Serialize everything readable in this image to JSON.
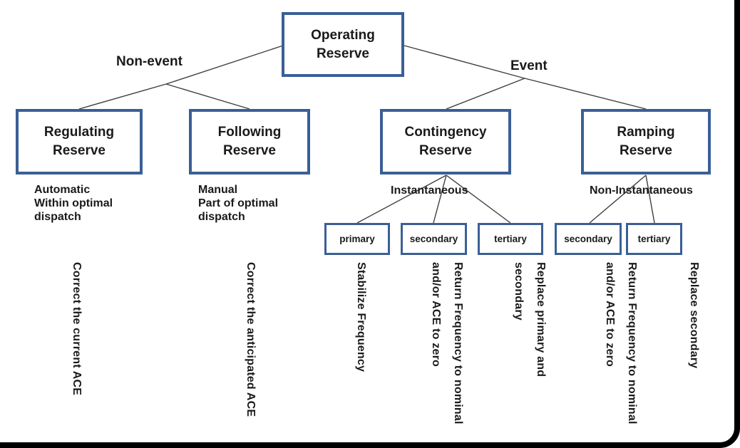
{
  "diagram": {
    "title_hint": "Operating Reserve classification tree",
    "root": {
      "label": "Operating\nReserve"
    },
    "branch_labels": {
      "left": "Non-event",
      "right": "Event"
    },
    "level2": [
      {
        "label": "Regulating\nReserve",
        "note": "Automatic\nWithin optimal\ndispatch"
      },
      {
        "label": "Following\nReserve",
        "note": "Manual\nPart of optimal\ndispatch"
      },
      {
        "label": "Contingency\nReserve",
        "note": "Instantaneous"
      },
      {
        "label": "Ramping\nReserve",
        "note": "Non-Instantaneous"
      }
    ],
    "level3": [
      {
        "label": "primary"
      },
      {
        "label": "secondary"
      },
      {
        "label": "tertiary"
      },
      {
        "label": "secondary"
      },
      {
        "label": "tertiary"
      }
    ],
    "rotated_notes": [
      "Correct the current ACE",
      "Correct the anticipated ACE",
      "Stabilize Frequency",
      "Return Frequency to nominal\nand/or ACE to zero",
      "Replace primary and\nsecondary",
      "Return Frequency to nominal\nand/or ACE to zero",
      "Replace secondary"
    ],
    "colors": {
      "box_border": "#3a5f96",
      "connector_line": "#3f3f3f",
      "frame": "#000000",
      "text": "#1a1a1a",
      "background": "#ffffff"
    }
  }
}
